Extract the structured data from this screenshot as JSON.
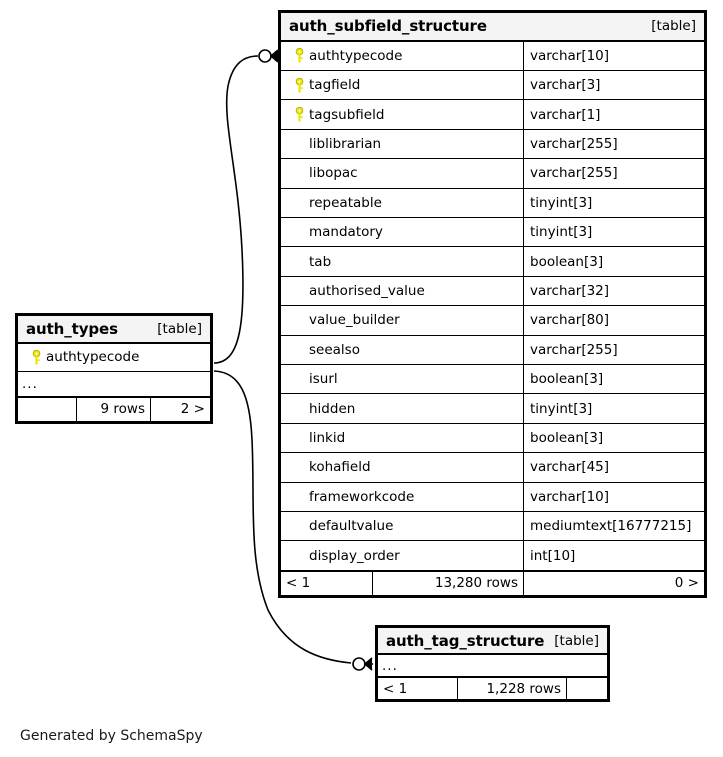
{
  "diagram": {
    "generator_note": "Generated by SchemaSpy",
    "kind_label": "[table]",
    "ellipsis": "...",
    "key_icon": "primary-key-icon",
    "key_color": "#e8e800"
  },
  "tables": [
    {
      "id": "auth_subfield_structure",
      "name": "auth_subfield_structure",
      "kind": "[table]",
      "columns": [
        {
          "name": "authtypecode",
          "type": "varchar[10]",
          "key": true
        },
        {
          "name": "tagfield",
          "type": "varchar[3]",
          "key": true
        },
        {
          "name": "tagsubfield",
          "type": "varchar[1]",
          "key": true
        },
        {
          "name": "liblibrarian",
          "type": "varchar[255]",
          "key": false
        },
        {
          "name": "libopac",
          "type": "varchar[255]",
          "key": false
        },
        {
          "name": "repeatable",
          "type": "tinyint[3]",
          "key": false
        },
        {
          "name": "mandatory",
          "type": "tinyint[3]",
          "key": false
        },
        {
          "name": "tab",
          "type": "boolean[3]",
          "key": false
        },
        {
          "name": "authorised_value",
          "type": "varchar[32]",
          "key": false
        },
        {
          "name": "value_builder",
          "type": "varchar[80]",
          "key": false
        },
        {
          "name": "seealso",
          "type": "varchar[255]",
          "key": false
        },
        {
          "name": "isurl",
          "type": "boolean[3]",
          "key": false
        },
        {
          "name": "hidden",
          "type": "tinyint[3]",
          "key": false
        },
        {
          "name": "linkid",
          "type": "boolean[3]",
          "key": false
        },
        {
          "name": "kohafield",
          "type": "varchar[45]",
          "key": false
        },
        {
          "name": "frameworkcode",
          "type": "varchar[10]",
          "key": false
        },
        {
          "name": "defaultvalue",
          "type": "mediumtext[16777215]",
          "key": false
        },
        {
          "name": "display_order",
          "type": "int[10]",
          "key": false
        }
      ],
      "footer": {
        "parents": "< 1",
        "rows": "13,280 rows",
        "children": "0 >"
      }
    },
    {
      "id": "auth_types",
      "name": "auth_types",
      "kind": "[table]",
      "columns": [
        {
          "name": "authtypecode",
          "type": "",
          "key": true
        }
      ],
      "has_ellipsis_row": true,
      "footer": {
        "parents": "",
        "rows": "9 rows",
        "children": "2 >"
      }
    },
    {
      "id": "auth_tag_structure",
      "name": "auth_tag_structure",
      "kind": "[table]",
      "columns": [],
      "has_ellipsis_row": true,
      "footer": {
        "parents": "< 1",
        "rows": "1,228 rows",
        "children": ""
      }
    }
  ],
  "relationships": [
    {
      "id": "auth_types-to-auth_subfield_structure",
      "from": "auth_types.authtypecode",
      "to": "auth_subfield_structure.authtypecode",
      "from_marker": "none",
      "to_marker": "zero-or-many"
    },
    {
      "id": "auth_types-to-auth_tag_structure",
      "from": "auth_types.authtypecode",
      "to": "auth_tag_structure",
      "from_marker": "none",
      "to_marker": "zero-or-many"
    }
  ]
}
